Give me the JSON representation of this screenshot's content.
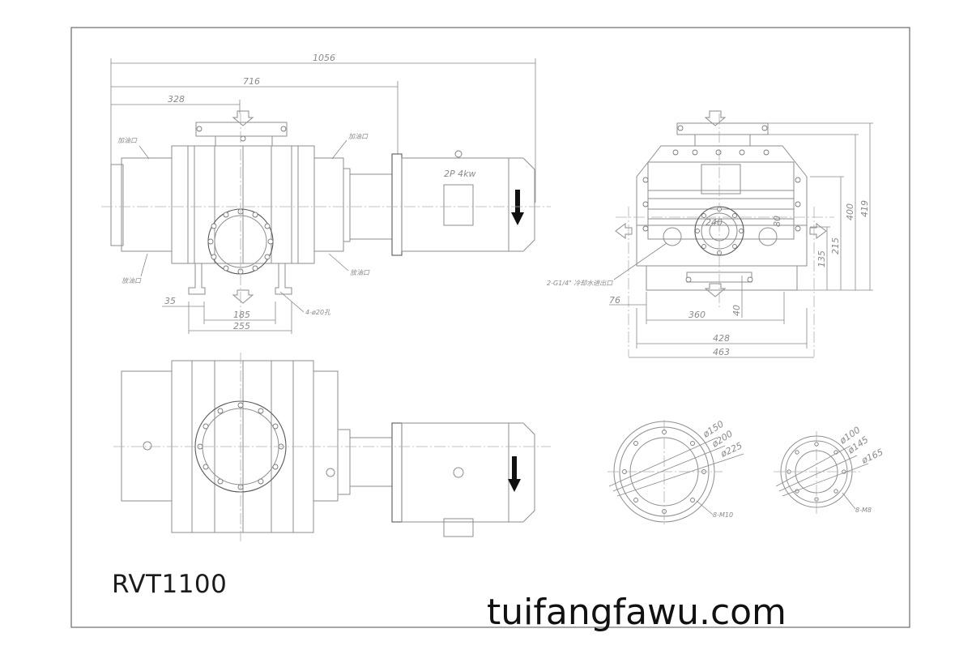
{
  "drawing": {
    "model": "RVT1100",
    "watermark": "tuifangfawu.com",
    "motor_label": "2P 4kw",
    "side_view": {
      "dim_overall": "1056",
      "dim_pump": "716",
      "dim_inlet": "328",
      "dim_35": "35",
      "dim_185": "185",
      "dim_255": "255",
      "holes_note": "4-ø20孔",
      "oil_fill_left": "加油口",
      "oil_fill_right": "加油口",
      "oil_drain_left": "放油口",
      "oil_drain_right": "放油口"
    },
    "end_view": {
      "dim_419": "419",
      "dim_400": "400",
      "dim_215": "215",
      "dim_135": "135",
      "dim_240": "240",
      "dim_80": "80",
      "dim_76": "76",
      "dim_360": "360",
      "dim_40": "40",
      "dim_428": "428",
      "dim_463": "463",
      "cooling_note": "2-G1/4\" 冷却水进出口"
    },
    "flange_large": {
      "d1": "ø150",
      "d2": "ø200",
      "d3": "ø225",
      "bolts": "8-M10"
    },
    "flange_small": {
      "d1": "ø100",
      "d2": "ø145",
      "d3": "ø165",
      "bolts": "8-M8"
    }
  }
}
